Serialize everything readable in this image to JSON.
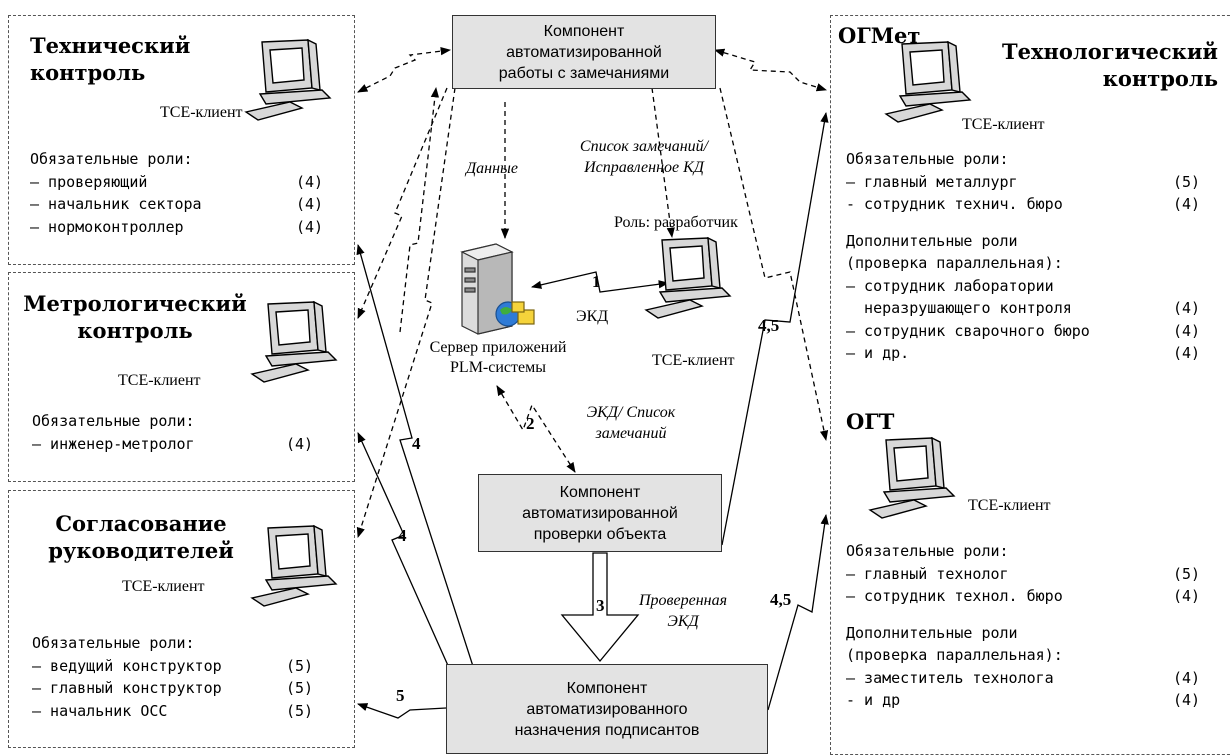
{
  "panels": {
    "tech": {
      "title": [
        "Технический",
        "контроль"
      ],
      "client": "ТСЕ-клиент",
      "roles_header": "Обязательные роли:",
      "roles": [
        {
          "text": "– проверяющий",
          "num": "(4)"
        },
        {
          "text": "– начальник сектора",
          "num": "(4)"
        },
        {
          "text": "– нормоконтроллер",
          "num": "(4)"
        }
      ]
    },
    "metro": {
      "title": [
        "Метрологический",
        "контроль"
      ],
      "client": "ТСЕ-клиент",
      "roles_header": "Обязательные роли:",
      "roles": [
        {
          "text": "– инженер-метролог",
          "num": "(4)"
        }
      ]
    },
    "approval": {
      "title": [
        "Согласование",
        "руководителей"
      ],
      "client": "ТСЕ-клиент",
      "roles_header": "Обязательные роли:",
      "roles": [
        {
          "text": "– ведущий конструктор",
          "num": "(5)"
        },
        {
          "text": "– главный конструктор",
          "num": "(5)"
        },
        {
          "text": "– начальник ОСС",
          "num": "(5)"
        }
      ]
    },
    "techno": {
      "title_main": [
        "Технологический",
        "контроль"
      ],
      "ogmet": {
        "title": "ОГМет",
        "client": "ТСЕ-клиент",
        "roles_header": "Обязательные роли:",
        "roles": [
          {
            "text": "– главный металлург",
            "num": "(5)"
          },
          {
            "text": "- сотрудник технич. бюро",
            "num": "(4)"
          }
        ],
        "extra_header": [
          "Дополнительные роли",
          "(проверка параллельная):"
        ],
        "extra_roles": [
          {
            "text": "– сотрудник лаборатории",
            "num": ""
          },
          {
            "text": "  неразрушающего контроля",
            "num": "(4)"
          },
          {
            "text": "– сотрудник сварочного бюро",
            "num": "(4)"
          },
          {
            "text": "– и др.",
            "num": "(4)"
          }
        ]
      },
      "ogt": {
        "title": "ОГТ",
        "client": "ТСЕ-клиент",
        "roles_header": "Обязательные роли:",
        "roles": [
          {
            "text": "– главный технолог",
            "num": "(5)"
          },
          {
            "text": "– сотрудник технол. бюро",
            "num": "(4)"
          }
        ],
        "extra_header": [
          "Дополнительные роли",
          "(проверка параллельная):"
        ],
        "extra_roles": [
          {
            "text": "– заместитель технолога",
            "num": "(4)"
          },
          {
            "text": "- и др",
            "num": "(4)"
          }
        ]
      }
    }
  },
  "components": {
    "remarks": [
      "Компонент",
      "автоматизированной",
      "работы с замечаниями"
    ],
    "check": [
      "Компонент",
      "автоматизированной",
      "проверки объекта"
    ],
    "signers": [
      "Компонент",
      "автоматизированного",
      "назначения подписантов"
    ]
  },
  "center": {
    "server_label": [
      "Сервер приложений",
      "PLM-системы"
    ],
    "developer_role": "Роль: разработчик",
    "developer_client": "ТСЕ-клиент",
    "data_label": "Данные",
    "remarks_list_label": [
      "Список замечаний/",
      "Исправленное КД"
    ],
    "ekd_label": "ЭКД",
    "ekd_remarks_label": [
      "ЭКД/ Список",
      "замечаний"
    ],
    "checked_label": [
      "Проверенная",
      "ЭКД"
    ]
  },
  "step_numbers": {
    "s1": "1",
    "s2": "2",
    "s3": "3",
    "s4a": "4",
    "s4b": "4",
    "s5": "5",
    "s45a": "4,5",
    "s45b": "4,5"
  },
  "icons": [
    "computer-icon",
    "server-icon",
    "globe-icon"
  ]
}
